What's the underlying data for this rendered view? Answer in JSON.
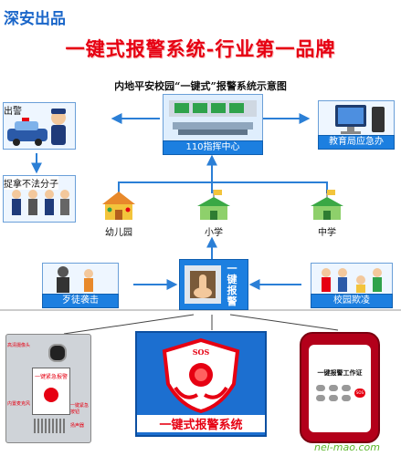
{
  "header": {
    "brand": "深安出品",
    "title": "一键式报警系统-行业第一品牌",
    "subtitle": "内地平安校园“一键式”报警系统示意图"
  },
  "nodes": {
    "police": "出警",
    "arrest": "捉拿不法分子",
    "command_center": "110指挥中心",
    "education_bureau": "教育局应急办",
    "kindergarten": "幼儿园",
    "primary_school": "小学",
    "middle_school": "中学",
    "attack": "歹徒袭击",
    "alarm_button": "一键报警",
    "bullying": "校园欺凌"
  },
  "products": {
    "device_labels": {
      "camera": "高清摄像头",
      "card_title": "一键紧急报警",
      "speaker_mic": "内置麦克风",
      "alarm_button": "一键紧急按钮",
      "horn": "扬声器"
    },
    "sos_title": "SOS",
    "sos_label": "一键式报警系统",
    "phone_title": "一键报警工作证",
    "phone_sos_key": "SOS"
  },
  "watermark": "nei-mao.com",
  "colors": {
    "brand_blue": "#1a66c9",
    "title_red": "#e60012",
    "bar_blue": "#1c7fe0",
    "arrow_blue": "#2b7fd6",
    "sos_red": "#e60012",
    "watermark_green": "#5cb82b"
  }
}
